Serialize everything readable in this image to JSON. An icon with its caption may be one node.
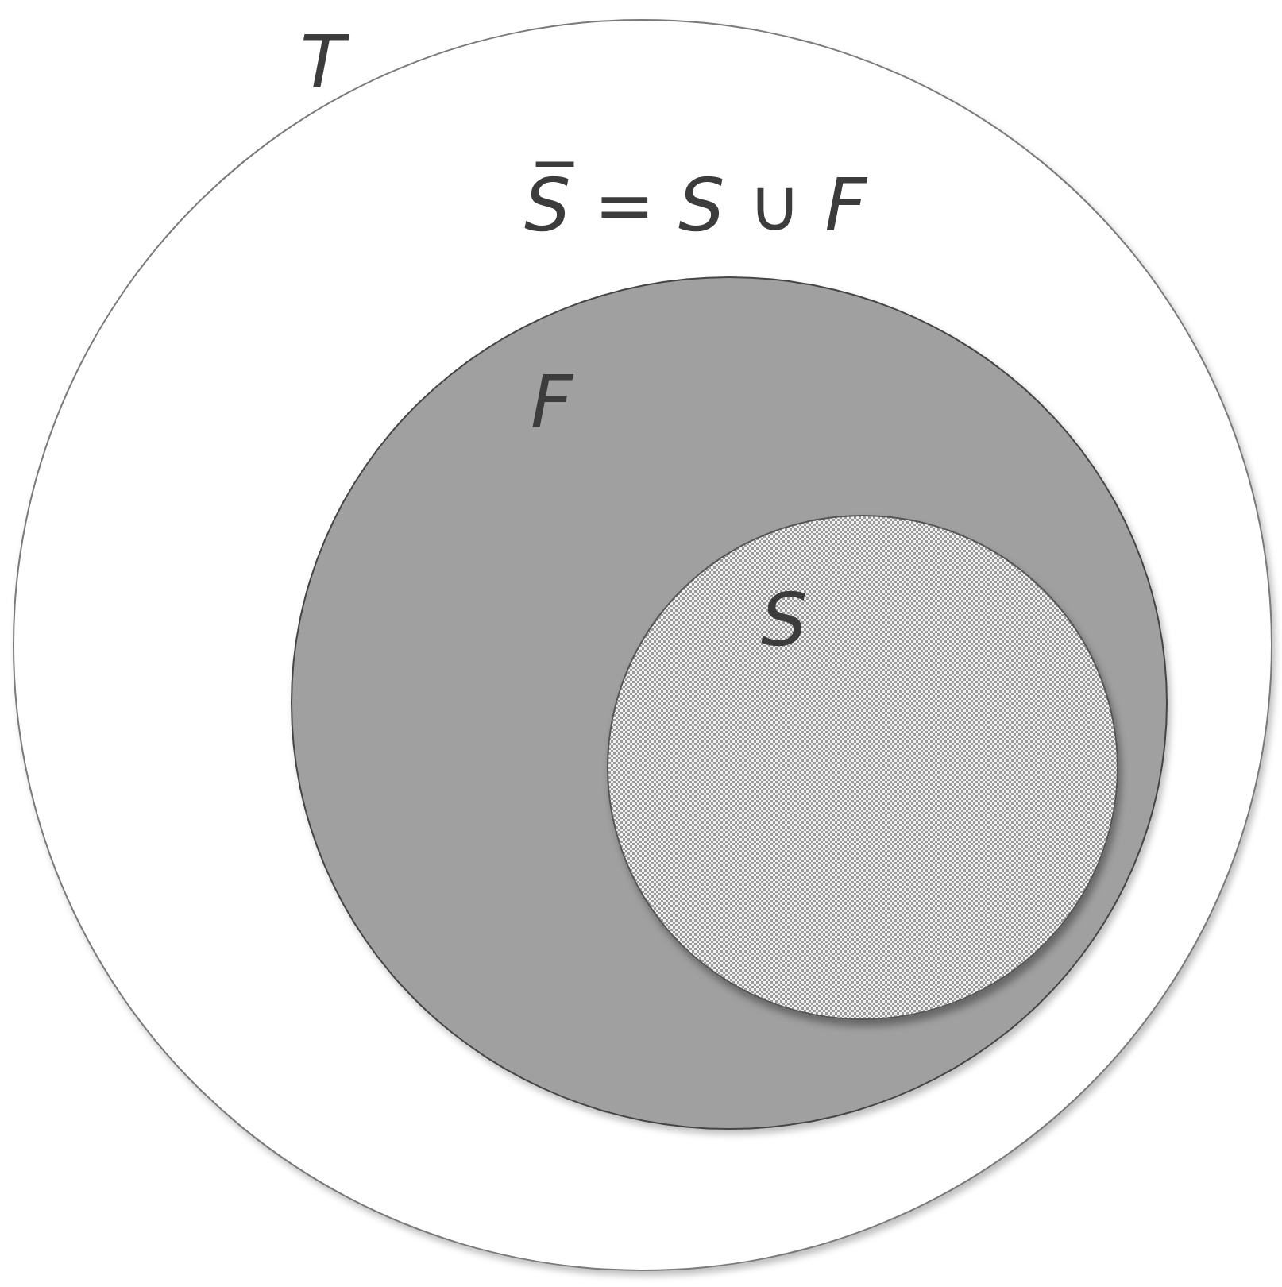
{
  "diagram": {
    "nodes": [
      {
        "text": [
          "T"
        ]
      },
      {
        "text": [
          "F"
        ],
        "in": 0
      },
      {
        "text": [
          "S"
        ],
        "in": 1
      }
    ],
    "labels": [
      "*S̅* = *S* ∪ *F*"
    ]
  }
}
